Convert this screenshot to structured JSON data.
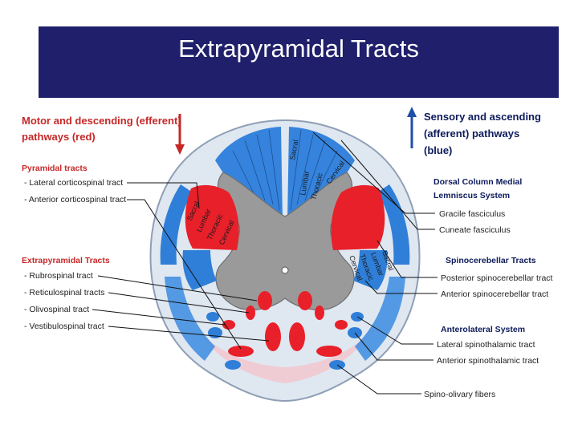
{
  "title": "Extrapyramidal Tracts",
  "left": {
    "motor_heading_line1": "Motor and descending (efferent)",
    "motor_heading_line2": "pathways   (red)",
    "pyramidal_heading": "Pyramidal tracts",
    "pyramidal_items": [
      "- Lateral corticospinal tract",
      "- Anterior corticospinal tract"
    ],
    "extrapyramidal_heading": "Extrapyramidal Tracts",
    "extrapyramidal_items": [
      "- Rubrospinal tract",
      "- Reticulospinal tracts",
      "- Olivospinal tract",
      "- Vestibulospinal tract"
    ]
  },
  "right": {
    "sensory_heading_line1": "Sensory and ascending",
    "sensory_heading_line2": "(afferent) pathways",
    "sensory_heading_line3": "(blue)",
    "dcml_heading_line1": "Dorsal Column Medial",
    "dcml_heading_line2": "Lemniscus System",
    "dcml_items": [
      "Gracile fasciculus",
      "Cuneate fasciculus"
    ],
    "spinocerebellar_heading": "Spinocerebellar Tracts",
    "spinocerebellar_items": [
      "Posterior spinocerebellar tract",
      "Anterior spinocerebellar tract"
    ],
    "anterolateral_heading": "Anterolateral System",
    "anterolateral_items": [
      "Lateral spinothalamic tract",
      "Anterior spinothalamic tract"
    ],
    "spino_olivary": "Spino-olivary fibers"
  },
  "segments": {
    "dorsal": [
      "Sacral",
      "Lumbar",
      "Thoracic",
      "Cervical"
    ],
    "left_lateral": [
      "Sacral",
      "Lumbar",
      "Thoracic",
      "Cervical"
    ],
    "right_lateral": [
      "Cervical",
      "Thoracic",
      "Lumbar",
      "Sacral"
    ]
  },
  "colors": {
    "title_bg": "#1f1f6b",
    "motor": "#e8202a",
    "sensory": "#2f7fd8",
    "grey_matter": "#9a9a9a",
    "white_matter": "#c9d9ea"
  }
}
